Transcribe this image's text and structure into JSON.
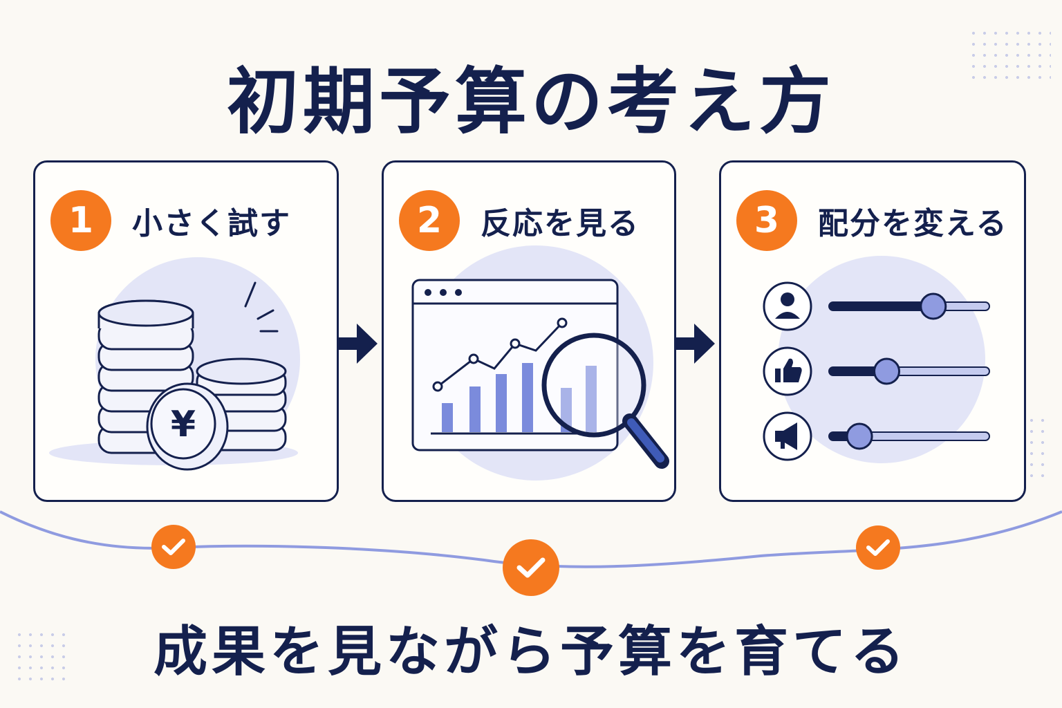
{
  "title": "初期予算の考え方",
  "steps": [
    {
      "number": "1",
      "label": "小さく試す"
    },
    {
      "number": "2",
      "label": "反応を見る"
    },
    {
      "number": "3",
      "label": "配分を変える"
    }
  ],
  "coin_symbol": "¥",
  "sliders": [
    {
      "icon": "user-icon",
      "level": 0.65
    },
    {
      "icon": "thumbs-up-icon",
      "level": 0.36
    },
    {
      "icon": "megaphone-icon",
      "level": 0.19
    }
  ],
  "bottom_text": "成果を見ながら予算を育てる",
  "colors": {
    "navy": "#14204d",
    "orange": "#f5791f",
    "lavender": "#e3e5f7",
    "bar_blue": "#7b8bdc"
  }
}
